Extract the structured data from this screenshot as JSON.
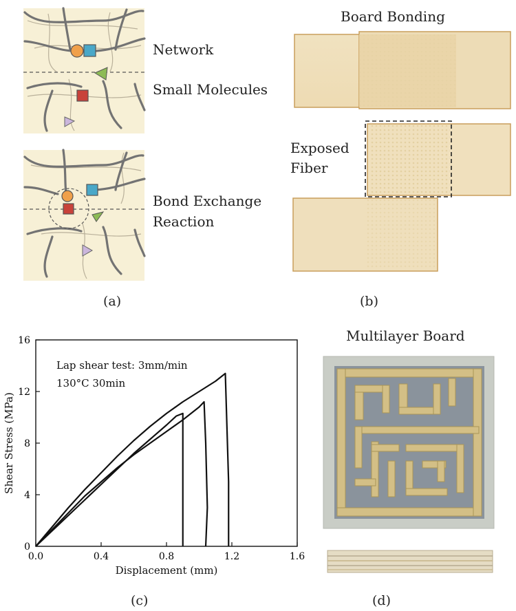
{
  "panel_a": {
    "labels": {
      "network": "Network",
      "small_molecules": "Small Molecules",
      "bond_exchange_line1": "Bond Exchange",
      "bond_exchange_line2": "Reaction"
    },
    "caption": "(a)",
    "colors": {
      "background": "#f7f0d6",
      "strand": "#737373",
      "thin_strand": "#b9b09a",
      "orange": "#f0a04a",
      "blue": "#4aa8c8",
      "red": "#c8423a",
      "green": "#8dbb55",
      "lavender": "#cbb6dc"
    }
  },
  "panel_b": {
    "title": "Board Bonding",
    "label_line1": "Exposed",
    "label_line2": "Fiber",
    "caption": "(b)",
    "colors": {
      "board": "#f2e6c8",
      "board_dark": "#e7d3a7",
      "edge": "#c99e5b"
    }
  },
  "panel_c": {
    "caption": "(c)",
    "annotation_line1": "Lap shear test: 3mm/min",
    "annotation_line2": "130°C 30min",
    "chart_data": {
      "type": "line",
      "xlabel": "Displacement (mm)",
      "ylabel": "Shear Stress (MPa)",
      "xlim": [
        0,
        1.6
      ],
      "ylim": [
        0,
        16
      ],
      "xticks": [
        "0.0",
        "0.4",
        "0.8",
        "1.2",
        "1.6"
      ],
      "yticks": [
        "0",
        "4",
        "8",
        "12",
        "16"
      ],
      "grid": false,
      "series": [
        {
          "x": [
            0,
            0.1,
            0.2,
            0.3,
            0.4,
            0.5,
            0.6,
            0.7,
            0.8,
            0.86,
            0.9,
            0.9
          ],
          "y": [
            0,
            1.2,
            2.4,
            3.6,
            4.8,
            6.0,
            7.2,
            8.3,
            9.4,
            10.1,
            10.3,
            0
          ]
        },
        {
          "x": [
            0,
            0.1,
            0.2,
            0.3,
            0.4,
            0.5,
            0.6,
            0.7,
            0.8,
            0.9,
            1.0,
            1.03,
            1.04,
            1.05,
            1.04
          ],
          "y": [
            0,
            1.3,
            2.6,
            3.9,
            5.0,
            6.1,
            7.1,
            8.0,
            8.9,
            9.8,
            10.8,
            11.2,
            8.0,
            3.0,
            0
          ]
        },
        {
          "x": [
            0,
            0.1,
            0.2,
            0.3,
            0.4,
            0.5,
            0.6,
            0.7,
            0.8,
            0.9,
            1.0,
            1.1,
            1.16,
            1.18,
            1.18
          ],
          "y": [
            0,
            1.5,
            3.0,
            4.4,
            5.7,
            7.0,
            8.2,
            9.3,
            10.3,
            11.2,
            12.0,
            12.8,
            13.4,
            5.0,
            0
          ]
        }
      ]
    }
  },
  "panel_d": {
    "title": "Multilayer Board",
    "caption": "(d)",
    "colors": {
      "frame": "#c9cdc6",
      "gold": "#d3bf86",
      "gold_dark": "#a99457",
      "gap": "#8a939c"
    }
  }
}
